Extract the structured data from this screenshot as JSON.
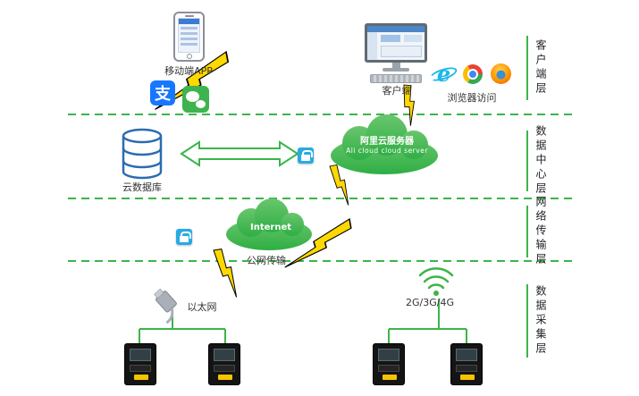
{
  "layers": {
    "client": {
      "label": "客户端层"
    },
    "datacenter": {
      "label": "数据中心层"
    },
    "transport": {
      "label": "网络传输层"
    },
    "collection": {
      "label": "数据采集层"
    }
  },
  "nodes": {
    "mobile_app": {
      "label": "移动端APP"
    },
    "alipay": {
      "glyph": "支"
    },
    "client_pc": {
      "label": "客户端"
    },
    "browsers": {
      "label": "浏览器访问",
      "ie_glyph": "e"
    },
    "cloud_db": {
      "label": "云数据库"
    },
    "ali_cloud": {
      "label_cn": "阿里云服务器",
      "label_en": "Ali cloud cloud server"
    },
    "internet": {
      "label": "Internet",
      "caption": "公网传输"
    },
    "ethernet": {
      "label": "以太网"
    },
    "cellular": {
      "label": "2G/3G/4G"
    }
  },
  "colors": {
    "green": "#3bb54a",
    "bolt_yellow": "#ffd800",
    "lock_blue": "#29abe2",
    "database_blue": "#2b6cb0",
    "alipay_blue": "#1677ff",
    "wechat_green": "#3eb34f"
  }
}
